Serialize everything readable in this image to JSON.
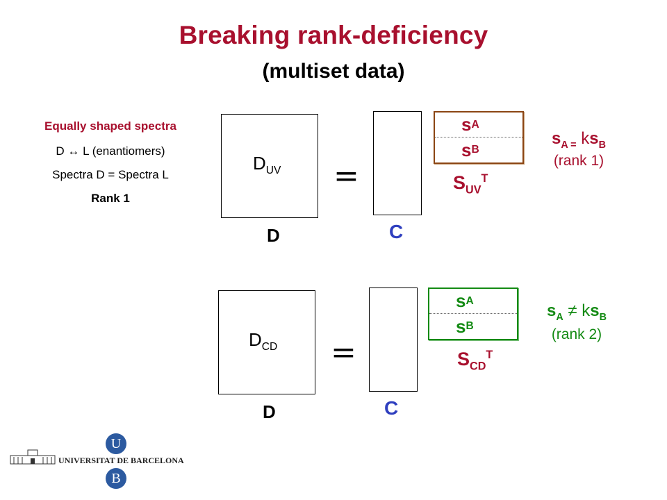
{
  "title": "Breaking rank-deficiency",
  "subtitle": "(multiset data)",
  "side": {
    "heading": "Equally shaped spectra",
    "line1": "D ↔ L (enantiomers)",
    "line2": "Spectra D = Spectra L",
    "line3": "Rank 1"
  },
  "row1": {
    "d_main": "D",
    "d_sub": "UV",
    "d_label": "D",
    "eq": "=",
    "c_label": "C",
    "spec_a_main": "s",
    "spec_a_sub": "A",
    "spec_b_main": "s",
    "spec_b_sub": "B",
    "s_main": "S",
    "s_sub": "UV",
    "s_sup": "T",
    "rel_a": "s",
    "rel_a_sub": "A =",
    "rel_k": "k",
    "rel_b": "s",
    "rel_b_sub": "B",
    "rank": "(rank 1)"
  },
  "row2": {
    "d_main": "D",
    "d_sub": "CD",
    "d_label": "D",
    "eq": "=",
    "c_label": "C",
    "spec_a_main": "s",
    "spec_a_sub": "A",
    "spec_b_main": "s",
    "spec_b_sub": "B",
    "s_main": "S",
    "s_sub": "CD",
    "s_sup": "T",
    "rel_a": "s",
    "rel_a_sub": "A",
    "rel_neq": "≠",
    "rel_k": "k",
    "rel_b": "s",
    "rel_b_sub": "B",
    "rank": "(rank 2)"
  },
  "logo": {
    "text": "UNIVERSITAT DE BARCELONA",
    "u": "U",
    "b": "B"
  },
  "colors": {
    "title": "#a8102e",
    "blue": "#2f3fbf",
    "green": "#138a13",
    "brown_border": "#8b4513"
  }
}
